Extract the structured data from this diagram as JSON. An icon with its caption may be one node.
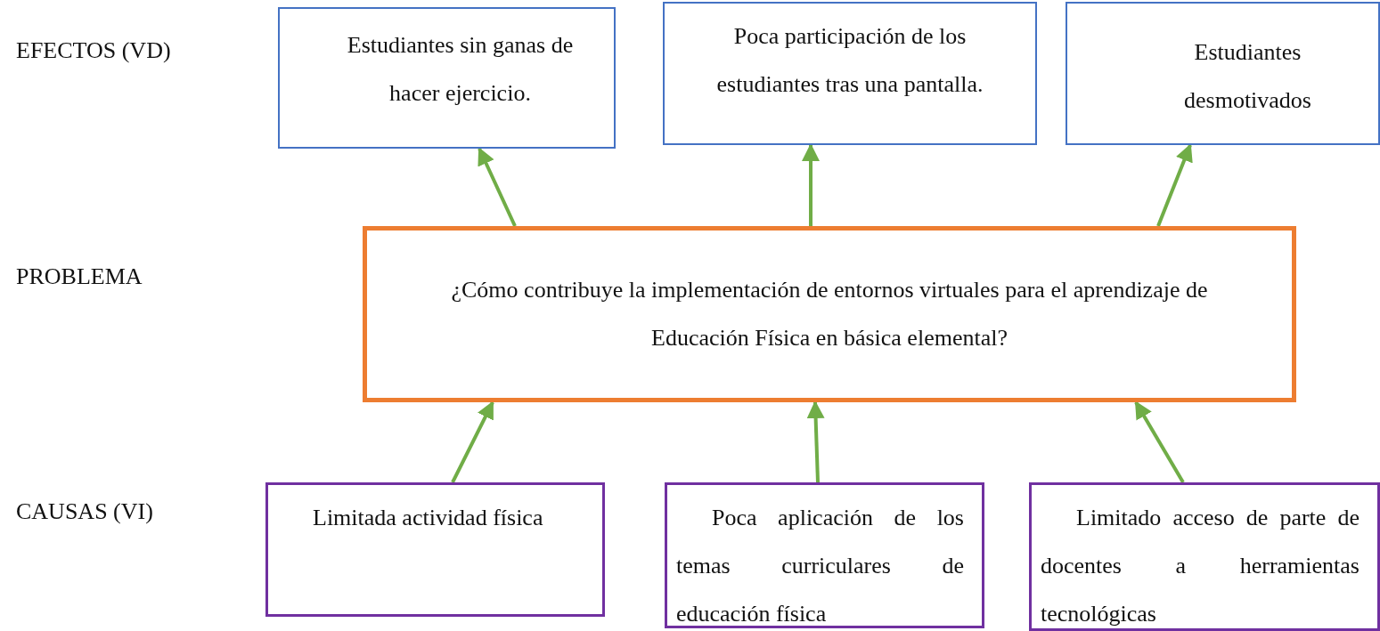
{
  "diagram": {
    "nodes": [
      {
        "text": [
          "Estudiantes sin ganas de hacer ejercicio."
        ]
      },
      {
        "text": [
          "Poca participación de los estudiantes tras una pantalla."
        ]
      },
      {
        "text": [
          "Estudiantes desmotivados"
        ]
      },
      {
        "text": [
          "¿Cómo contribuye la implementación de entornos virtuales para el aprendizaje de Educación Física en básica elemental?"
        ]
      },
      {
        "text": [
          "Limitada actividad física"
        ]
      },
      {
        "text": [
          "Poca aplicación de los temas curriculares de educación física"
        ]
      },
      {
        "text": [
          "Limitado acceso de parte de docentes a herramientas tecnológicas"
        ]
      }
    ],
    "edges": [
      {
        "from": 3,
        "to": 0,
        "arrow": "to"
      },
      {
        "from": 3,
        "to": 1,
        "arrow": "to"
      },
      {
        "from": 3,
        "to": 2,
        "arrow": "to"
      },
      {
        "from": 4,
        "to": 3,
        "arrow": "to"
      },
      {
        "from": 5,
        "to": 3,
        "arrow": "to"
      },
      {
        "from": 6,
        "to": 3,
        "arrow": "to"
      }
    ],
    "labels": [
      "EFECTOS (VD)",
      "PROBLEMA",
      "CAUSAS (VI)"
    ]
  }
}
